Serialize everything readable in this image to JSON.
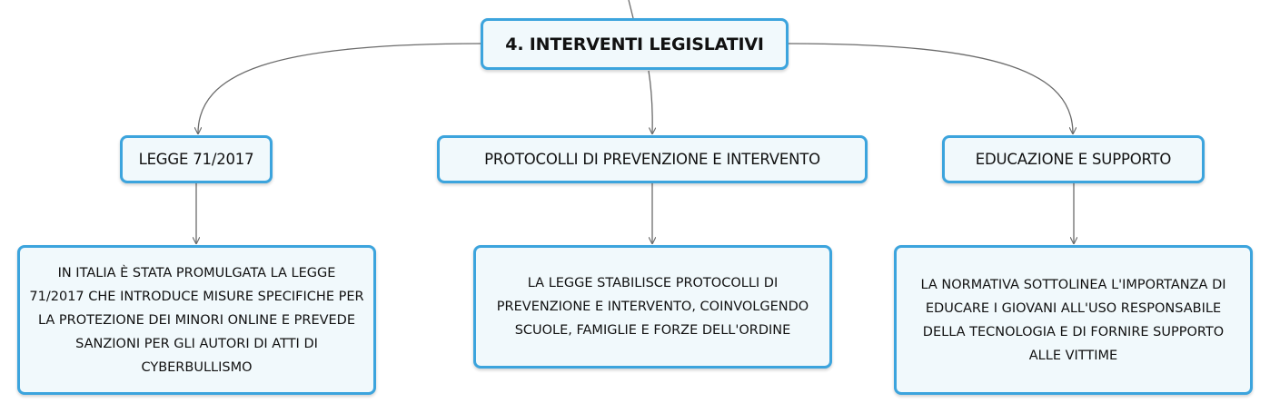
{
  "diagram": {
    "root": {
      "label": "4. INTERVENTI LEGISLATIVI"
    },
    "branches": [
      {
        "label": "LEGGE 71/2017",
        "detail": "IN ITALIA È STATA PROMULGATA LA LEGGE 71/2017 CHE INTRODUCE MISURE SPECIFICHE PER LA PROTEZIONE DEI MINORI ONLINE E PREVEDE SANZIONI PER GLI AUTORI DI ATTI DI CYBERBULLISMO"
      },
      {
        "label": "PROTOCOLLI DI PREVENZIONE E INTERVENTO",
        "detail": "LA LEGGE STABILISCE PROTOCOLLI DI PREVENZIONE E INTERVENTO, COINVOLGENDO SCUOLE, FAMIGLIE E FORZE DELL'ORDINE"
      },
      {
        "label": "EDUCAZIONE E SUPPORTO",
        "detail": "LA NORMATIVA SOTTOLINEA L'IMPORTANZA DI EDUCARE I GIOVANI ALL'USO RESPONSABILE DELLA TECNOLOGIA E DI FORNIRE SUPPORTO ALLE VITTIME"
      }
    ],
    "colors": {
      "node_border": "#3ca4dd",
      "node_fill": "#f1f9fc",
      "connector": "#6b6b6b"
    }
  }
}
